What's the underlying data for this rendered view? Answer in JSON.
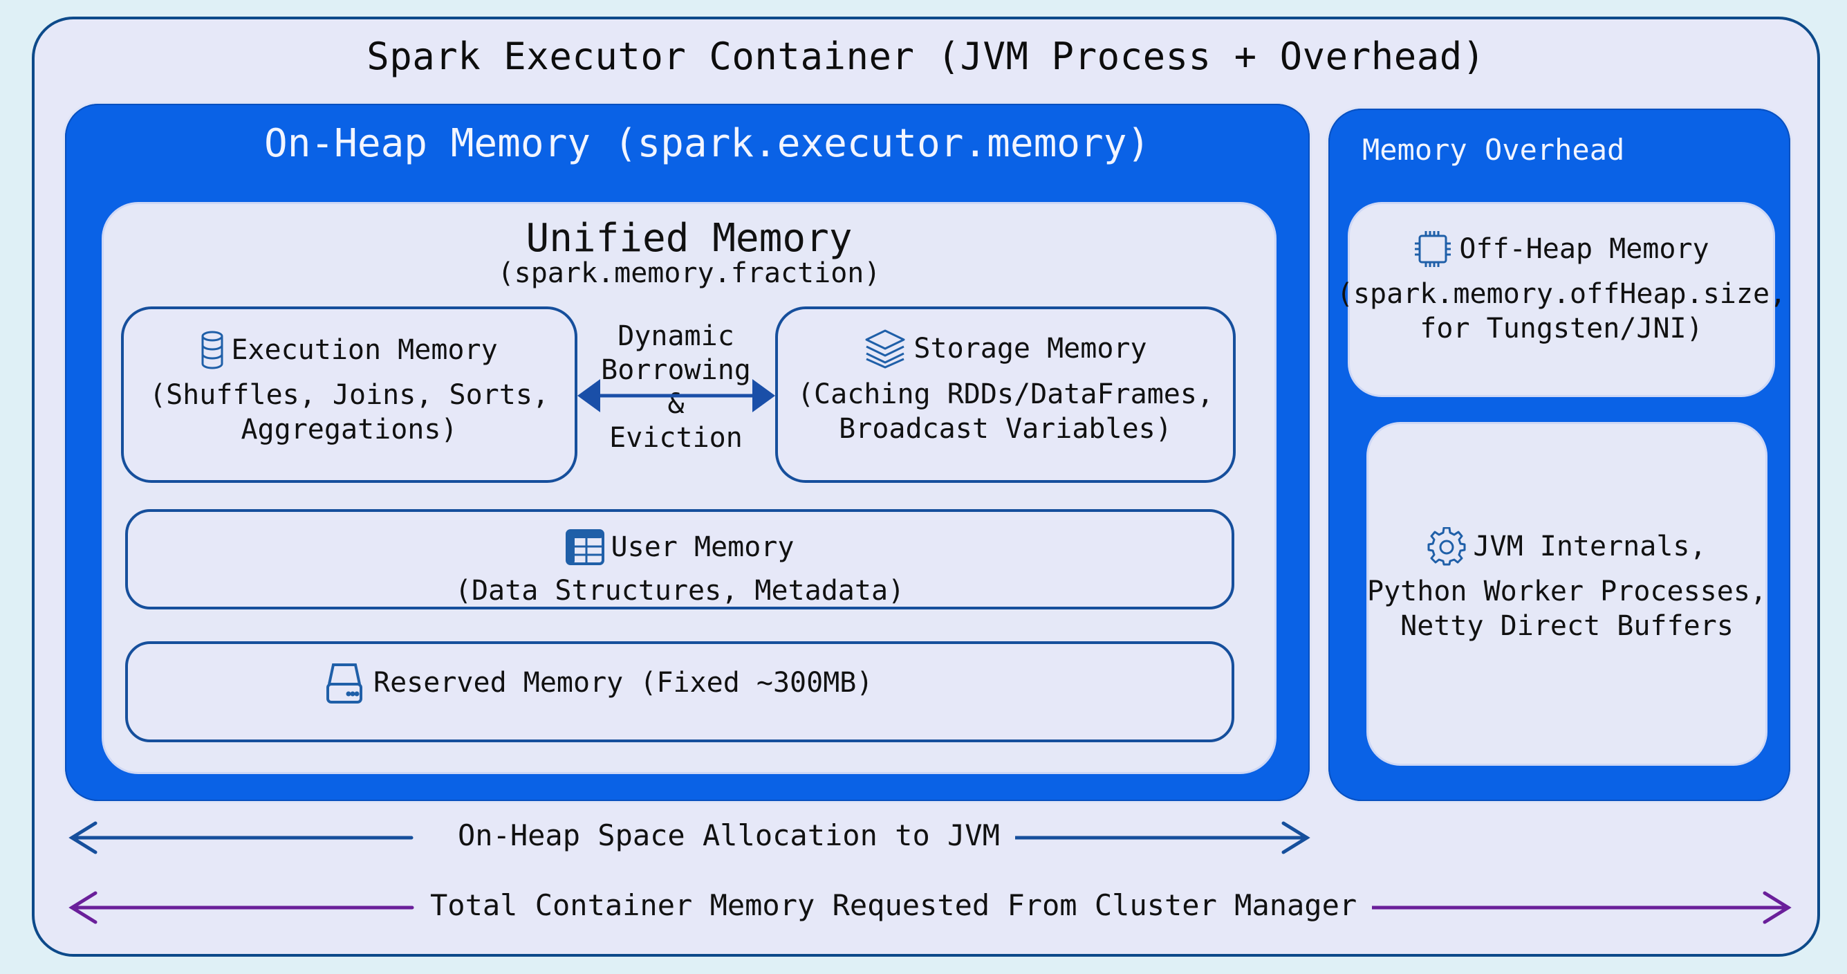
{
  "title": "Spark Executor Container (JVM Process + Overhead)",
  "colors": {
    "container_blue": "#0a62e6",
    "border_navy": "#164f9c",
    "arrow_onheap": "#164f9c",
    "arrow_total": "#6a1f9a",
    "panel_bg": "#e6e8f8"
  },
  "on_heap": {
    "title": "On-Heap Memory (spark.executor.memory)",
    "unified": {
      "title": "Unified Memory",
      "subtitle": "(spark.memory.fraction)",
      "execution": {
        "icon": "database-icon",
        "title": "Execution Memory",
        "line2": "(Shuffles, Joins, Sorts,",
        "line3": "Aggregations)"
      },
      "borrowing": {
        "line1": "Dynamic",
        "line2": "Borrowing",
        "line3": "&",
        "line4": "Eviction"
      },
      "storage": {
        "icon": "layers-icon",
        "title": "Storage Memory",
        "line2": "(Caching RDDs/DataFrames,",
        "line3": "Broadcast Variables)"
      },
      "user": {
        "icon": "table-icon",
        "title": "User Memory",
        "line2": "(Data Structures, Metadata)"
      },
      "reserved": {
        "icon": "hard-drive-icon",
        "title": "Reserved Memory (Fixed ~300MB)"
      }
    }
  },
  "overhead": {
    "title": "Memory Overhead",
    "off_heap": {
      "icon": "chip-icon",
      "title": "Off-Heap Memory",
      "line2": "(spark.memory.offHeap.size,",
      "line3": "for Tungsten/JNI)"
    },
    "jvm_internals": {
      "icon": "gear-icon",
      "line1": "JVM Internals,",
      "line2": "Python Worker Processes,",
      "line3": "Netty Direct Buffers"
    }
  },
  "arrows": {
    "on_heap_label": "On-Heap Space Allocation to JVM",
    "total_label": "Total Container Memory Requested From Cluster Manager"
  }
}
